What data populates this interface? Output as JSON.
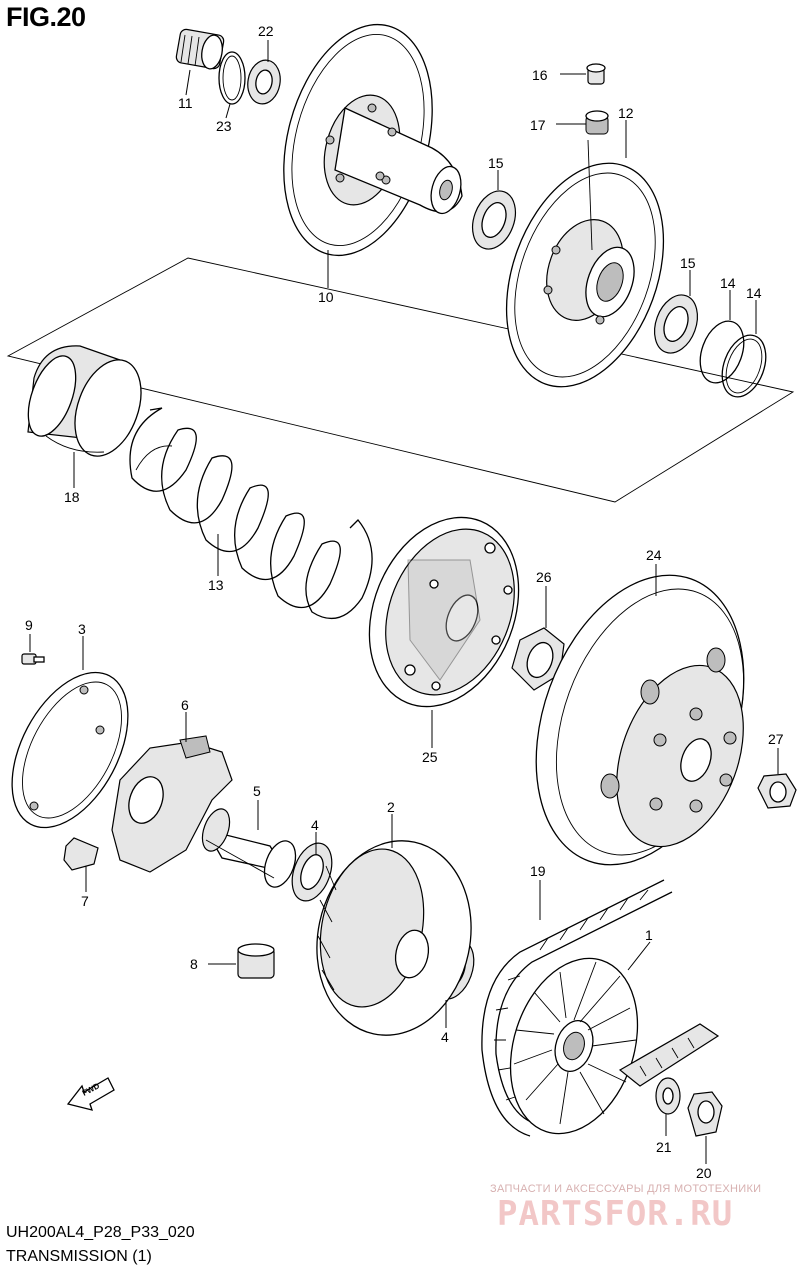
{
  "figure": {
    "title": "FIG.20",
    "code": "UH200AL4_P28_P33_020",
    "section": "TRANSMISSION (1)"
  },
  "fwd_arrow": {
    "label": "FWD"
  },
  "watermark": {
    "tagline": "ЗАПЧАСТИ И АКСЕССУАРЫ ДЛЯ МОТОТЕХНИКИ",
    "brand": "PARTSFOR.RU",
    "color": "#f2c7c7"
  },
  "callouts": [
    {
      "id": "c1",
      "text": "1"
    },
    {
      "id": "c2",
      "text": "2"
    },
    {
      "id": "c3",
      "text": "3"
    },
    {
      "id": "c4a",
      "text": "4"
    },
    {
      "id": "c4b",
      "text": "4"
    },
    {
      "id": "c5",
      "text": "5"
    },
    {
      "id": "c6",
      "text": "6"
    },
    {
      "id": "c7",
      "text": "7"
    },
    {
      "id": "c8",
      "text": "8"
    },
    {
      "id": "c9",
      "text": "9"
    },
    {
      "id": "c10",
      "text": "10"
    },
    {
      "id": "c11",
      "text": "11"
    },
    {
      "id": "c12",
      "text": "12"
    },
    {
      "id": "c13",
      "text": "13"
    },
    {
      "id": "c14a",
      "text": "14"
    },
    {
      "id": "c14b",
      "text": "14"
    },
    {
      "id": "c15a",
      "text": "15"
    },
    {
      "id": "c15b",
      "text": "15"
    },
    {
      "id": "c16",
      "text": "16"
    },
    {
      "id": "c17",
      "text": "17"
    },
    {
      "id": "c18",
      "text": "18"
    },
    {
      "id": "c19",
      "text": "19"
    },
    {
      "id": "c20",
      "text": "20"
    },
    {
      "id": "c21",
      "text": "21"
    },
    {
      "id": "c22",
      "text": "22"
    },
    {
      "id": "c23",
      "text": "23"
    },
    {
      "id": "c24",
      "text": "24"
    },
    {
      "id": "c25",
      "text": "25"
    },
    {
      "id": "c26",
      "text": "26"
    },
    {
      "id": "c27",
      "text": "27"
    }
  ]
}
